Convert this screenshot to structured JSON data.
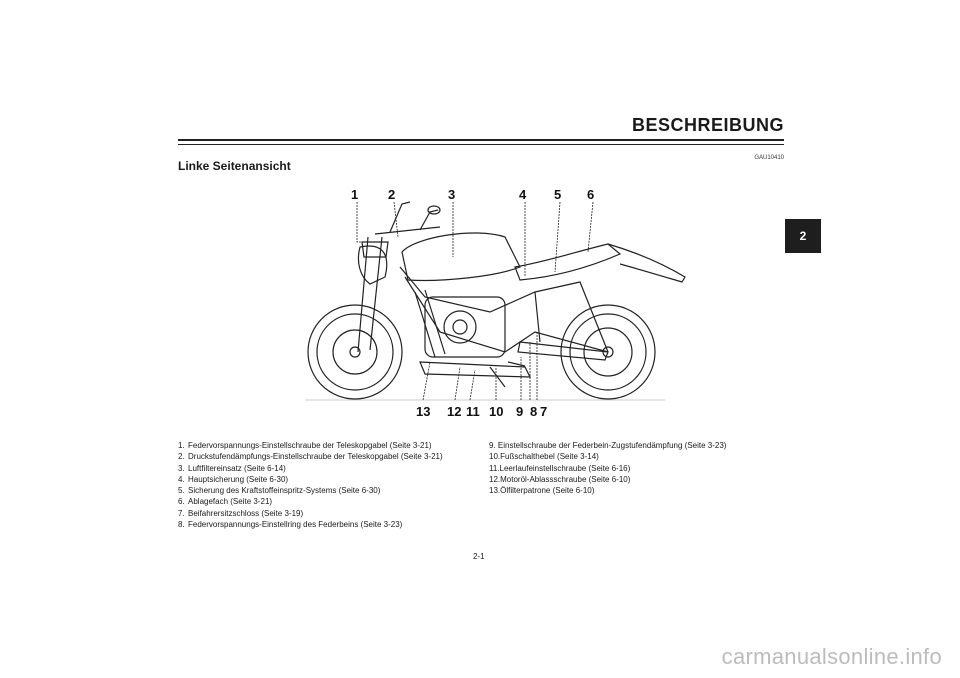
{
  "header": {
    "title": "BESCHREIBUNG"
  },
  "ref_code": "GAU10410",
  "section_title": "Linke Seitenansicht",
  "chapter_tab": "2",
  "figure": {
    "callouts_top": [
      "1",
      "2",
      "3",
      "4",
      "5",
      "6"
    ],
    "callouts_bottom": [
      "13",
      "12",
      "11",
      "10",
      "9",
      "8",
      "7"
    ]
  },
  "parts_left": [
    {
      "num": "1.",
      "text": "Federvorspannungs-Einstellschraube der Teleskopgabel (Seite 3-21)"
    },
    {
      "num": "2.",
      "text": "Druckstufendämpfungs-Einstellschraube der Teleskopgabel (Seite 3-21)"
    },
    {
      "num": "3.",
      "text": "Luftfiltereinsatz (Seite 6-14)"
    },
    {
      "num": "4.",
      "text": "Hauptsicherung (Seite 6-30)"
    },
    {
      "num": "5.",
      "text": "Sicherung des Kraftstoffeinspritz-Systems (Seite 6-30)"
    },
    {
      "num": "6.",
      "text": "Ablagefach (Seite 3-21)"
    },
    {
      "num": "7.",
      "text": "Beifahrersitzschloss (Seite 3-19)"
    },
    {
      "num": "8.",
      "text": "Federvorspannungs-Einstellring des Federbeins (Seite 3-23)"
    }
  ],
  "parts_right": [
    {
      "num": "9.",
      "text": " Einstellschraube der Federbein-Zugstufendämpfung (Seite 3-23)"
    },
    {
      "num": "10.",
      "text": "Fußschalthebel (Seite 3-14)"
    },
    {
      "num": "11.",
      "text": "Leerlaufeinstellschraube (Seite 6-16)"
    },
    {
      "num": "12.",
      "text": "Motoröl-Ablassschraube (Seite 6-10)"
    },
    {
      "num": "13.",
      "text": "Ölfilterpatrone (Seite 6-10)"
    }
  ],
  "page_number": "2-1",
  "watermark": "carmanualsonline.info"
}
